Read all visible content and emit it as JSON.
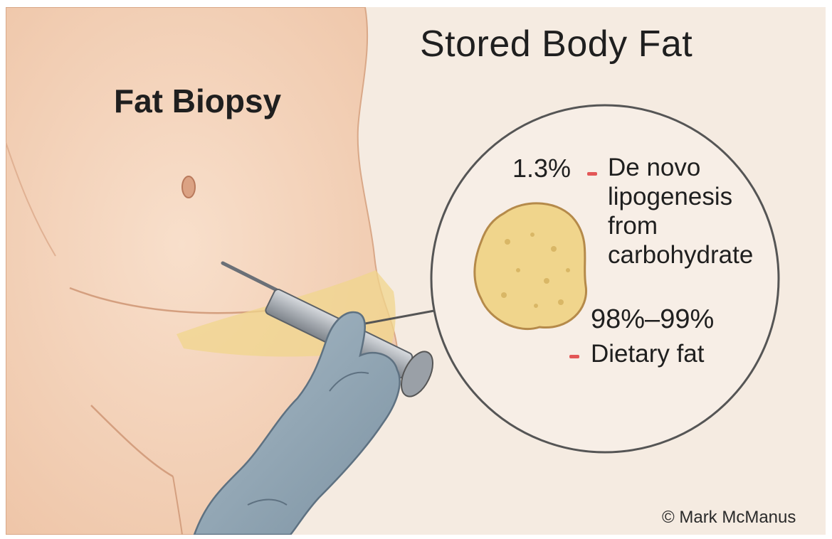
{
  "title": "Stored Body Fat",
  "procedure_label": "Fat Biopsy",
  "sources": [
    {
      "percent": "1.3%",
      "description": "De novo lipogenesis from carbohydrate"
    },
    {
      "percent": "98%–99%",
      "description": "Dietary fat"
    }
  ],
  "copyright": "© Mark McManus",
  "colors": {
    "background": "#f5ebe1",
    "skin": "#f2d3bc",
    "fat_sample": "#f0d58c",
    "glove": "#8fa3b1",
    "accent_dash": "#e35757"
  },
  "icons": [
    "syringe-icon",
    "gloved-hand-icon",
    "fat-tissue-sample-icon",
    "magnifier-circle-icon"
  ]
}
